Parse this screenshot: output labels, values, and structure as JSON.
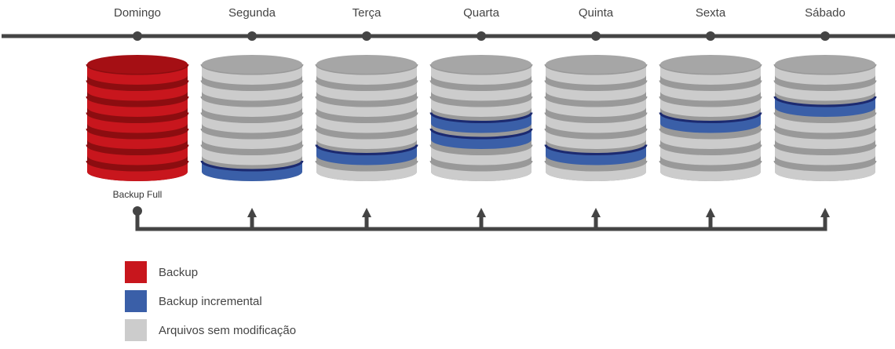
{
  "days": [
    {
      "label": "Domingo",
      "type": "full",
      "incremental_bands": []
    },
    {
      "label": "Segunda",
      "type": "incremental",
      "incremental_bands": [
        6
      ]
    },
    {
      "label": "Terça",
      "type": "incremental",
      "incremental_bands": [
        5
      ]
    },
    {
      "label": "Quarta",
      "type": "incremental",
      "incremental_bands": [
        3,
        4
      ]
    },
    {
      "label": "Quinta",
      "type": "incremental",
      "incremental_bands": [
        5
      ]
    },
    {
      "label": "Sexta",
      "type": "incremental",
      "incremental_bands": [
        3
      ]
    },
    {
      "label": "Sábado",
      "type": "incremental",
      "incremental_bands": [
        2
      ]
    }
  ],
  "full_backup_caption": "Backup Full",
  "legend": [
    {
      "label": "Backup",
      "color": "#c8161d"
    },
    {
      "label": "Backup incremental",
      "color": "#3a5fa8"
    },
    {
      "label": "Arquivos sem modificação",
      "color": "#cccccc"
    }
  ],
  "colors": {
    "timeline": "#444444",
    "red_band": "#c8161d",
    "red_ring": "#8c0d10",
    "red_top": "#a50f14",
    "blue_band": "#3a5fa8",
    "blue_ring": "#1c2a70",
    "gray_band": "#cccccc",
    "gray_ring": "#999999",
    "gray_top": "#a6a6a6"
  }
}
